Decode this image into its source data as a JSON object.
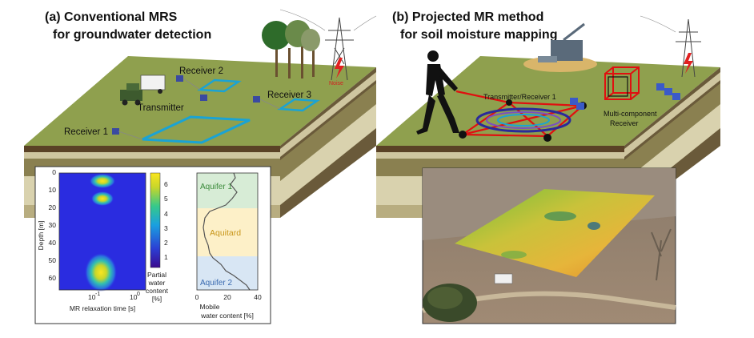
{
  "panel_a": {
    "title_line1": "(a) Conventional MRS",
    "title_line2": "for groundwater detection",
    "labels": {
      "receiver1": "Receiver 1",
      "receiver2": "Receiver 2",
      "receiver3": "Receiver 3",
      "transmitter": "Transmitter",
      "noise": "Noise"
    },
    "heatmap": {
      "ylabel": "Depth [m]",
      "xlabel": "MR relaxation time [s]",
      "y_ticks": [
        "0",
        "10",
        "20",
        "30",
        "40",
        "50",
        "60"
      ],
      "x_tick1_base": "10",
      "x_tick1_exp": "-1",
      "x_tick2_base": "10",
      "x_tick2_exp": "0",
      "colorbar_ticks": [
        "6",
        "5",
        "4",
        "3",
        "2",
        "1"
      ],
      "colorbar_label_line1": "Partial",
      "colorbar_label_line2": "water",
      "colorbar_label_line3": "content",
      "colorbar_label_line4": "[%]"
    },
    "profile": {
      "aquifer1": "Aquifer 1",
      "aquitard": "Aquitard",
      "aquifer2": "Aquifer 2",
      "x_ticks": [
        "0",
        "20",
        "40"
      ],
      "xlabel_line1": "Mobile",
      "xlabel_line2": "water content [%]"
    }
  },
  "panel_b": {
    "title_line1": "(b) Projected MR method",
    "title_line2": "for soil moisture mapping",
    "labels": {
      "transmitter_receiver": "Transmitter/Receiver 1",
      "multi_line1": "Multi-component",
      "multi_line2": "Receiver"
    }
  },
  "colors": {
    "grass": "#8fa04e",
    "loop_blue": "#1aa3d4",
    "aquifer_green": "#d7ecd6",
    "aquitard_yellow": "#fdf0c8",
    "aquifer_blue": "#d8e6f4",
    "red_cable": "#e01010"
  }
}
